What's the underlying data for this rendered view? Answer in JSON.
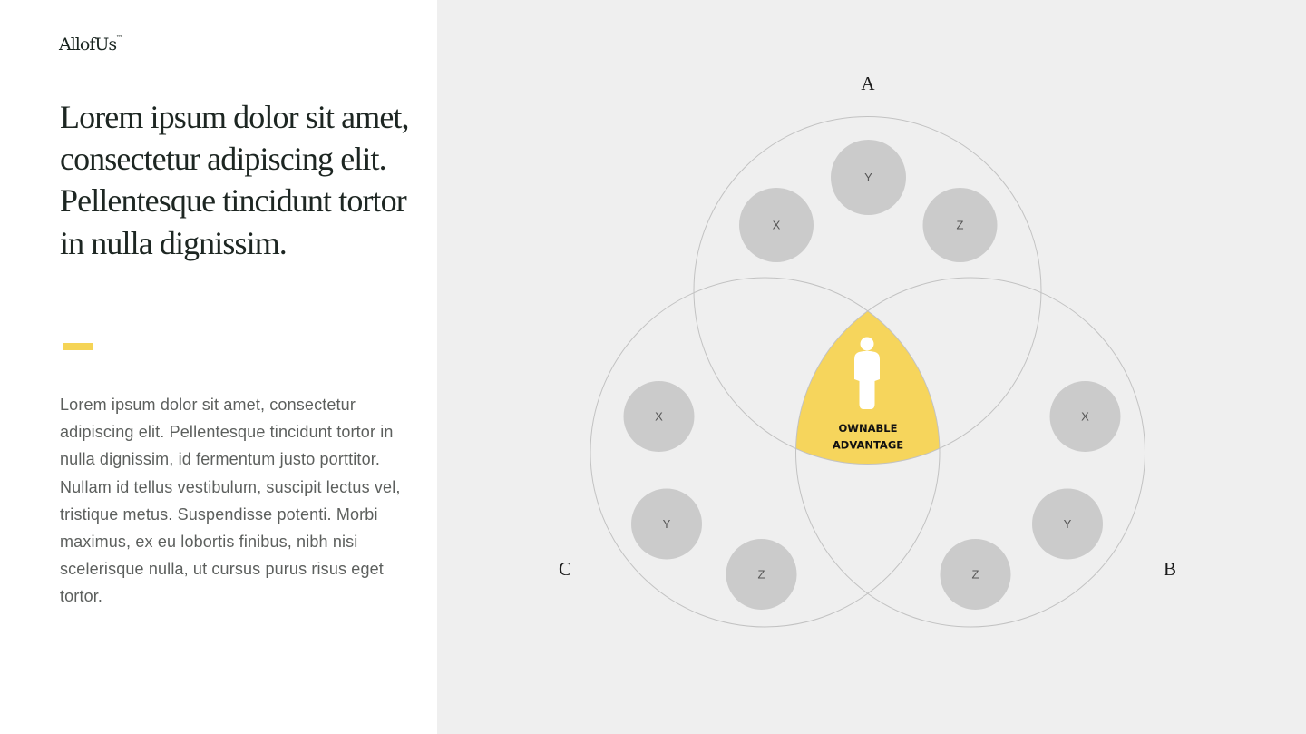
{
  "brand": {
    "logo": "AllofUs",
    "logo_tm": "™"
  },
  "headline": "Lorem ipsum dolor sit amet, consectetur adipiscing elit. Pellentesque tincidunt tortor in nulla dignissim.",
  "body": "Lorem ipsum dolor sit amet, consectetur adipiscing elit. Pellentesque tincidunt tortor in nulla dignissim, id fermentum justo porttitor. Nullam id tellus vestibulum, suscipit lectus vel, tristique metus. Suspendisse potenti. Morbi maximus, ex eu lobortis finibus, nibh nisi scelerisque nulla, ut cursus purus risus eget tortor.",
  "colors": {
    "accent": "#f5d456",
    "intersection": "#f6d55c",
    "node_fill": "#cbcbcb",
    "circle_stroke": "#c2c2c2",
    "panel_background": "#efefef"
  },
  "diagram": {
    "sets": {
      "a": {
        "label": "A",
        "items": [
          "X",
          "Y",
          "Z"
        ]
      },
      "b": {
        "label": "B",
        "items": [
          "X",
          "Y",
          "Z"
        ]
      },
      "c": {
        "label": "C",
        "items": [
          "X",
          "Y",
          "Z"
        ]
      }
    },
    "center": {
      "icon": "person-icon",
      "label_line1": "OWNABLE",
      "label_line2": "ADVANTAGE"
    }
  }
}
